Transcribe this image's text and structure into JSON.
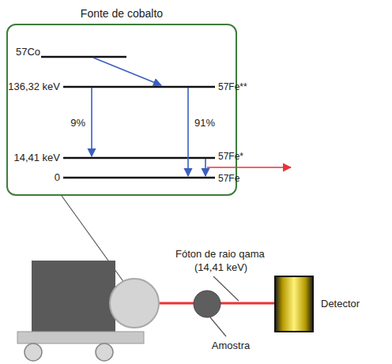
{
  "diagram": {
    "nodes": [
      {
        "text": [
          "Fonte de cobalto"
        ]
      }
    ],
    "labels": [
      "57Co",
      "136,32 keV",
      "57Fe**",
      "9%",
      "91%",
      "14,41 keV",
      "57Fe*",
      "0",
      "57Fe",
      "Fóton de raio qama",
      "(14,41 keV)",
      "Amostra",
      "Detector"
    ]
  }
}
